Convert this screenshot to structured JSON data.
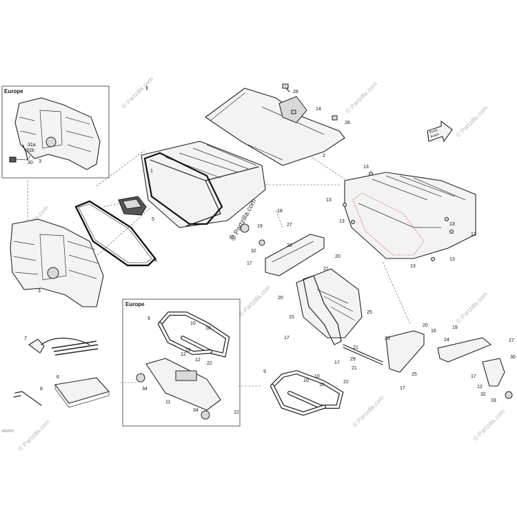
{
  "region_labels": [
    "Europe",
    "Europe"
  ],
  "watermark_main": "© Partzilla.com",
  "watermark_faint": "© Partzilla.com",
  "front_arrow": [
    "Front",
    "Avant"
  ],
  "footer_code": "V01H1Y",
  "callouts": {
    "c1": "28",
    "c2": "14",
    "c3": "28",
    "c4": "2",
    "c5": "31a",
    "c6": "31b",
    "c7": "30",
    "c8": "3",
    "c9": "1",
    "c10": "5",
    "c11": "4",
    "c12": "3",
    "c13": "13",
    "c14": "13",
    "c15": "13",
    "c16": "13",
    "c17": "13",
    "c18": "13",
    "c19": "13",
    "c20": "18",
    "c21": "27",
    "c22": "19",
    "c23": "33",
    "c24": "32",
    "c25": "23",
    "c26": "17",
    "c27": "20",
    "c28": "21",
    "c29": "20",
    "c30": "15",
    "c31": "25",
    "c32": "17",
    "c33": "26",
    "c34": "20",
    "c35": "16",
    "c36": "24",
    "c37": "19",
    "c38": "27",
    "c39": "30",
    "c40": "21",
    "c41": "29",
    "c42": "21",
    "c43": "17",
    "c44": "25",
    "c45": "17",
    "c46": "17",
    "c47": "12",
    "c48": "32",
    "c49": "33",
    "c50": "9",
    "c51": "10",
    "c52": "10",
    "c53": "18",
    "c54": "22",
    "c55": "7",
    "c56": "6",
    "c57": "8",
    "c58": "9",
    "c59": "10",
    "c60": "10",
    "c61": "12",
    "c62": "22",
    "c63": "12",
    "c64": "22",
    "c65": "34",
    "c66": "11",
    "c67": "34",
    "c68": "12"
  }
}
